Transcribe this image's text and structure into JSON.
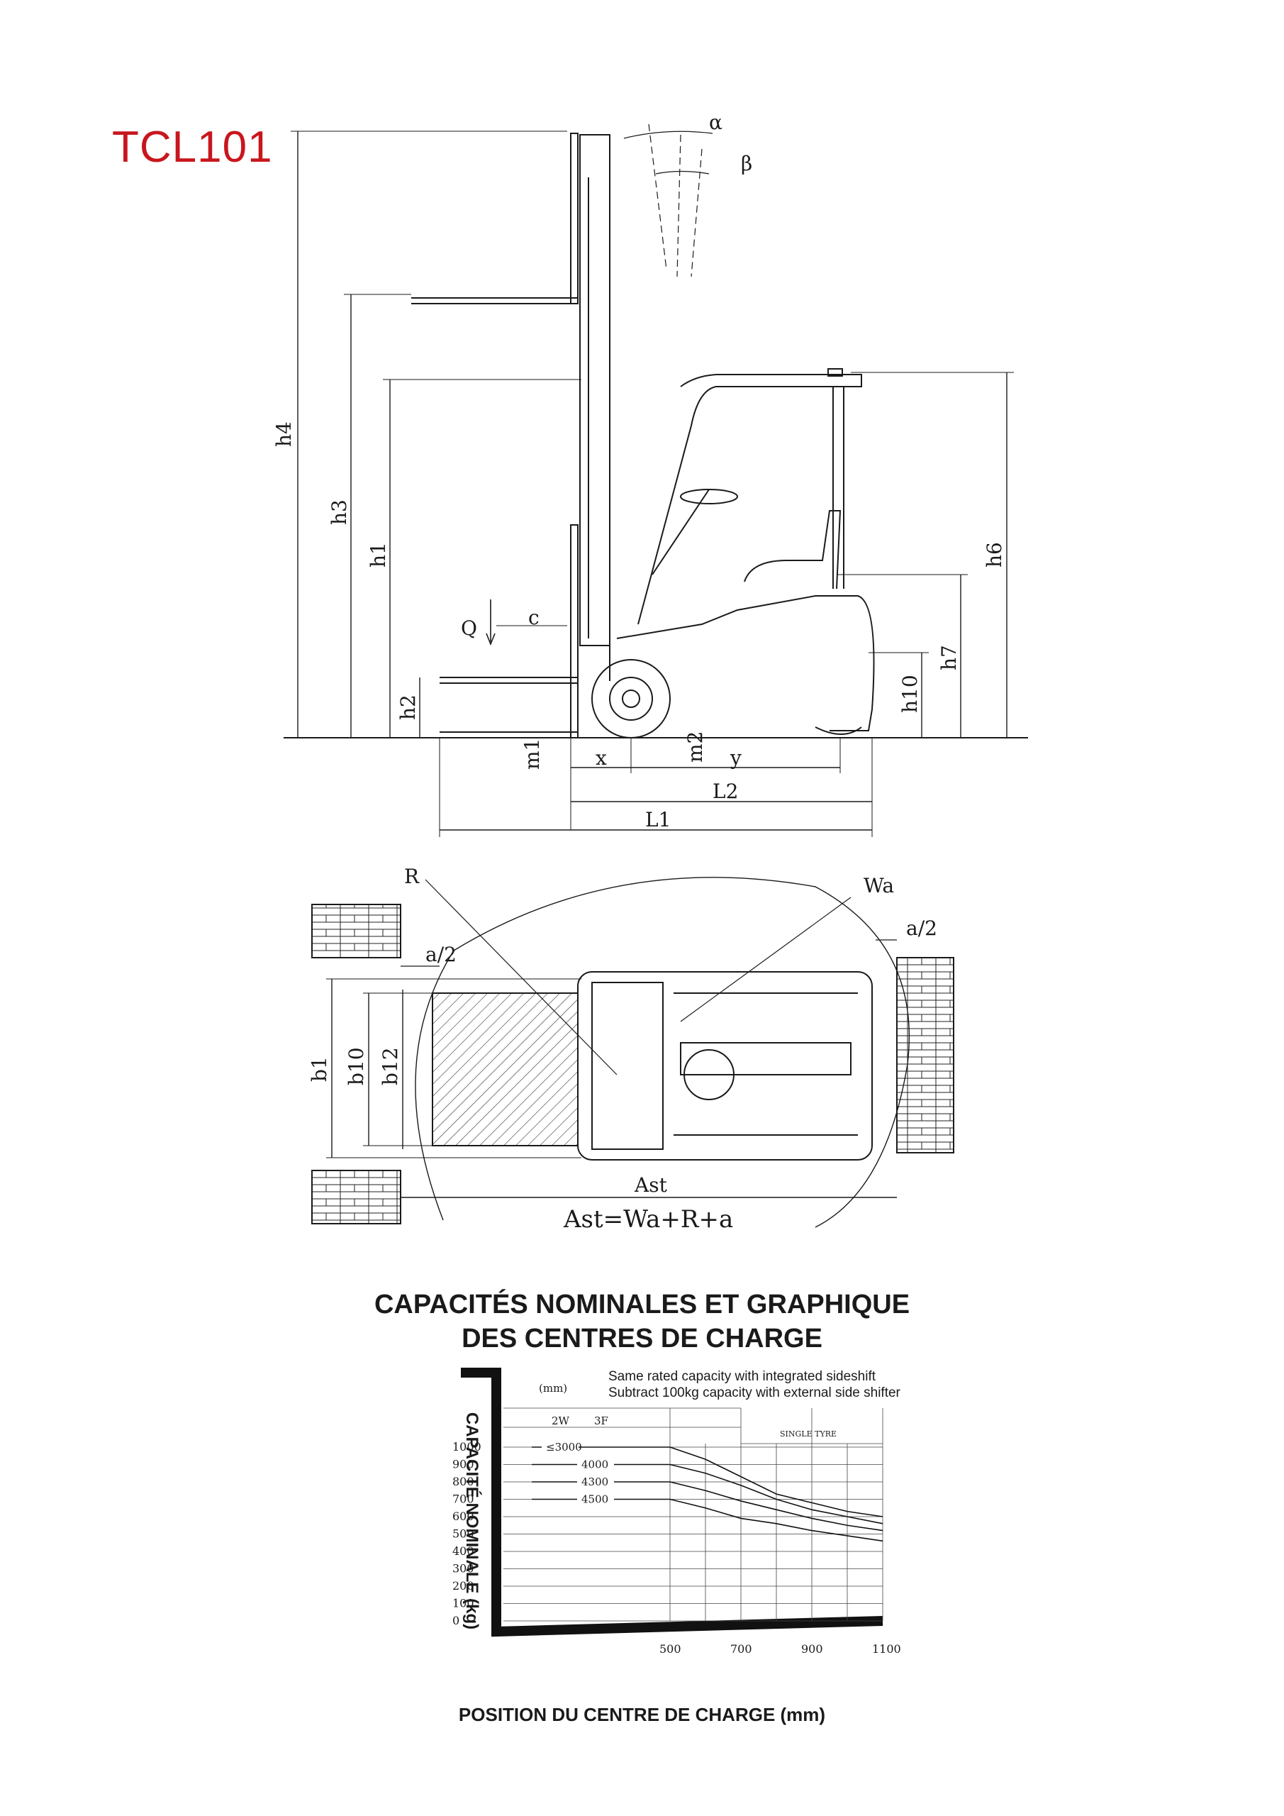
{
  "model": "TCL101",
  "side_view": {
    "angle_labels": [
      "α",
      "β"
    ],
    "height_labels": [
      "h4",
      "h3",
      "h1",
      "h2",
      "h6",
      "h7",
      "h10"
    ],
    "length_labels": [
      "x",
      "y",
      "L2",
      "L1",
      "m1",
      "m2"
    ],
    "load_labels": [
      "Q",
      "c"
    ]
  },
  "top_view": {
    "labels": [
      "R",
      "Wa",
      "a/2",
      "a/2",
      "b1",
      "b10",
      "b12",
      "Ast"
    ],
    "formula": "Ast=Wa+R+a"
  },
  "chart_title": [
    "CAPACITÉS NOMINALES ET GRAPHIQUE",
    "DES CENTRES DE CHARGE"
  ],
  "chart_notes": [
    "Same rated capacity with integrated sideshift",
    "Subtract 100kg capacity with external side shifter"
  ],
  "chart_data": {
    "type": "line",
    "unit_label": "(mm)",
    "header_labels": [
      "2W",
      "3F",
      "SINGLE TYRE"
    ],
    "xlabel": "POSITION DU CENTRE DE CHARGE (mm)",
    "ylabel": "CAPACITÉ NOMINALE  (kg)",
    "x_ticks": [
      500,
      700,
      900,
      1100
    ],
    "y_ticks": [
      0,
      100,
      200,
      300,
      400,
      500,
      600,
      700,
      800,
      900,
      1000
    ],
    "xlim": [
      500,
      1100
    ],
    "ylim": [
      0,
      1000
    ],
    "series": [
      {
        "name": "≤3000",
        "x": [
          500,
          600,
          700,
          800,
          900,
          1000,
          1100
        ],
        "values": [
          1000,
          930,
          830,
          730,
          680,
          630,
          600
        ]
      },
      {
        "name": "4000",
        "x": [
          500,
          600,
          700,
          800,
          900,
          1000,
          1100
        ],
        "values": [
          900,
          850,
          780,
          700,
          640,
          600,
          560
        ]
      },
      {
        "name": "4300",
        "x": [
          500,
          600,
          700,
          800,
          900,
          1000,
          1100
        ],
        "values": [
          800,
          750,
          690,
          640,
          590,
          550,
          520
        ]
      },
      {
        "name": "4500",
        "x": [
          500,
          600,
          700,
          800,
          900,
          1000,
          1100
        ],
        "values": [
          700,
          650,
          590,
          560,
          520,
          490,
          460
        ]
      }
    ]
  }
}
